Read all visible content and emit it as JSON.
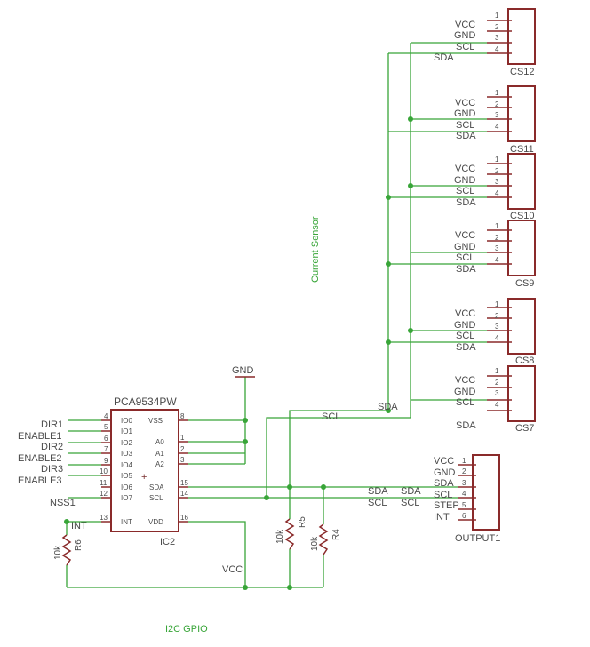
{
  "sheet": {
    "title_text": "I2C GPIO",
    "group_label": "Current Sensor"
  },
  "ic2": {
    "part": "PCA9534PW",
    "ref": "IC2",
    "plus_mark": "+",
    "left_pins": [
      {
        "name": "IO0",
        "num": "4",
        "net": "DIR1"
      },
      {
        "name": "IO1",
        "num": "5",
        "net": "ENABLE1"
      },
      {
        "name": "IO2",
        "num": "6",
        "net": "DIR2"
      },
      {
        "name": "IO3",
        "num": "7",
        "net": "ENABLE2"
      },
      {
        "name": "IO4",
        "num": "9",
        "net": "DIR3"
      },
      {
        "name": "IO5",
        "num": "10",
        "net": "ENABLE3"
      },
      {
        "name": "IO6",
        "num": "11",
        "net": ""
      },
      {
        "name": "IO7",
        "num": "12",
        "net": "NSS1"
      },
      {
        "name": "INT",
        "num": "13",
        "net": "INT"
      }
    ],
    "right_pins": [
      {
        "name": "VSS",
        "num": "8"
      },
      {
        "name": "A0",
        "num": "1"
      },
      {
        "name": "A1",
        "num": "2"
      },
      {
        "name": "A2",
        "num": "3"
      },
      {
        "name": "SDA",
        "num": "15"
      },
      {
        "name": "SCL",
        "num": "14"
      },
      {
        "name": "VDD",
        "num": "16"
      }
    ]
  },
  "power": {
    "gnd": "GND",
    "vcc": "VCC"
  },
  "bus": {
    "sda": "SDA",
    "scl": "SCL"
  },
  "connector_pin_nums": [
    "1",
    "2",
    "3",
    "4"
  ],
  "connectors": [
    {
      "ref": "CS12",
      "pins": [
        "VCC",
        "GND",
        "SCL",
        "SDA"
      ]
    },
    {
      "ref": "CS11",
      "pins": [
        "VCC",
        "GND",
        "SCL",
        "SDA"
      ]
    },
    {
      "ref": "CS10",
      "pins": [
        "VCC",
        "GND",
        "SCL",
        "SDA"
      ]
    },
    {
      "ref": "CS9",
      "pins": [
        "VCC",
        "GND",
        "SCL",
        "SDA"
      ]
    },
    {
      "ref": "CS8",
      "pins": [
        "VCC",
        "GND",
        "SCL",
        "SDA"
      ]
    },
    {
      "ref": "CS7",
      "pins": [
        "VCC",
        "GND",
        "SCL",
        "SDA"
      ]
    }
  ],
  "output1": {
    "ref": "OUTPUT1",
    "pins": [
      "VCC",
      "GND",
      "SDA",
      "SCL",
      "STEP",
      "INT"
    ],
    "nums": [
      "1",
      "2",
      "3",
      "4",
      "5",
      "6"
    ],
    "left_nets": [
      "SDA",
      "SCL"
    ]
  },
  "resistors": [
    {
      "ref": "R6",
      "value": "10k"
    },
    {
      "ref": "R5",
      "value": "10k"
    },
    {
      "ref": "R4",
      "value": "10k"
    }
  ]
}
